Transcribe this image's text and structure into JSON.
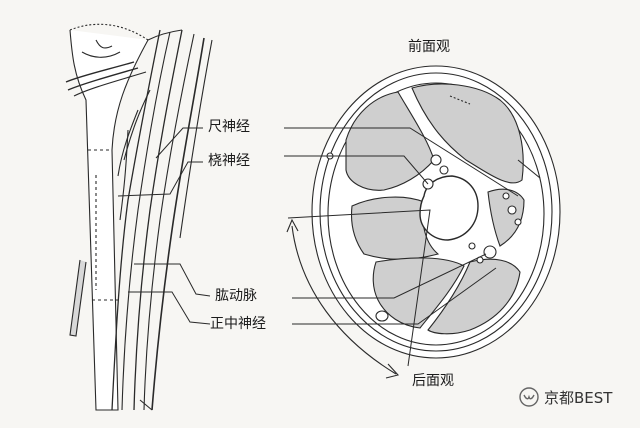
{
  "labels": {
    "ulnar_nerve": "尺神经",
    "radial_nerve": "桡神经",
    "brachial_artery": "肱动脉",
    "median_nerve": "正中神经",
    "anterior_view": "前面观",
    "posterior_view": "后面观"
  },
  "watermark": {
    "text": "京都BEST",
    "icon": "wechat-channel-icon"
  },
  "colors": {
    "line": "#2a2a2a",
    "muscle_fill": "#cfcfcf",
    "bone_fill": "#ffffff",
    "skin_fill": "#ffffff",
    "background": "#f7f6f3"
  }
}
